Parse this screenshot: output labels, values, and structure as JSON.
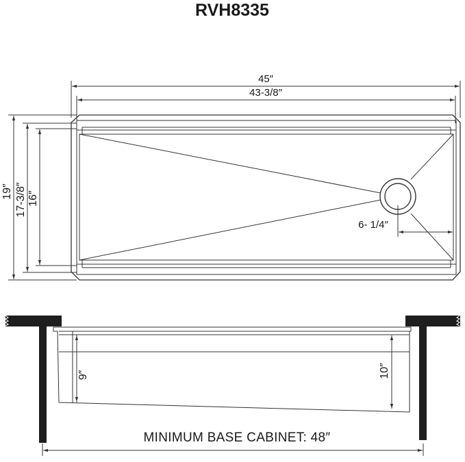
{
  "model": "RVH8335",
  "top_view": {
    "overall_length": "45″",
    "inner_length": "43-3/8″",
    "overall_width": "19″",
    "rim_width": "17-3/8″",
    "bowl_width": "16″",
    "drain_offset": "6- 1/4″"
  },
  "side_view": {
    "depth_front": "9″",
    "depth_back": "10″",
    "cabinet_label": "MINIMUM BASE CABINET: 48″"
  }
}
